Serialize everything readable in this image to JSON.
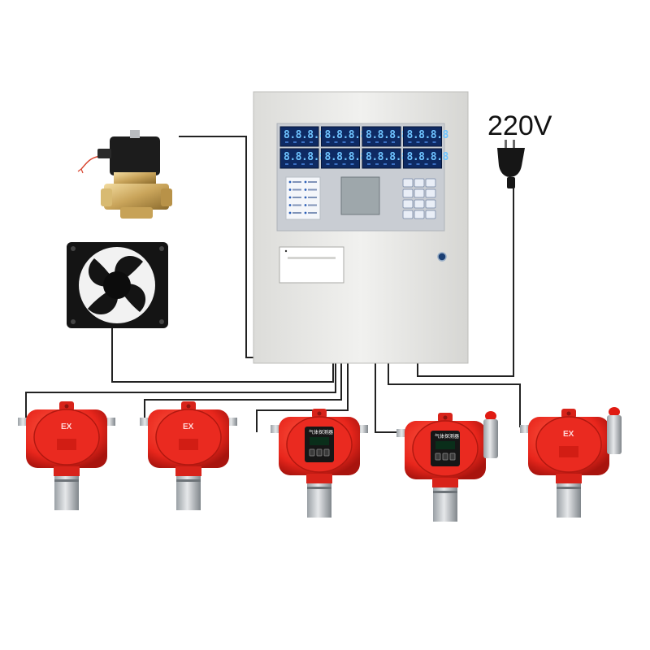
{
  "power_label": "220V",
  "panel": {
    "display_readings": [
      "8.8.8.8",
      "8.8.8.8",
      "8.8.8.8",
      "8.8.8.8",
      "8.8.8.8",
      "8.8.8.8",
      "8.8.8.8",
      "8.8.8.8"
    ]
  },
  "detectors": {
    "ex_mark": "EX",
    "display_label": "气体探测器"
  },
  "colors": {
    "panel_body": "#ececea",
    "panel_face": "#c9cdd3",
    "detector_red": "#e8261c",
    "wire": "#222222",
    "display_digits": "#6ec3ff"
  },
  "icons": [
    "solenoid-valve-icon",
    "cooling-fan-icon",
    "power-plug-icon",
    "gas-detector-icon",
    "alarm-beacon-icon"
  ]
}
